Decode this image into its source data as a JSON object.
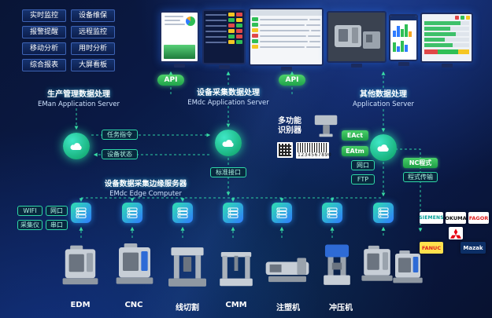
{
  "colors": {
    "accent": "#2fd8a8",
    "green": "#2fbf55",
    "blue": "#2e7bff",
    "background": "#0a1740"
  },
  "features": [
    "实时监控",
    "设备维保",
    "报警提醒",
    "远程监控",
    "移动分析",
    "用时分析",
    "综合报表",
    "大屏看板"
  ],
  "api": [
    "API",
    "API"
  ],
  "servers": {
    "eman": {
      "title": "生产管理数据处理",
      "subtitle": "EMan Application Server"
    },
    "emdc": {
      "title": "设备采集数据处理",
      "subtitle": "EMdc Application Server"
    },
    "other": {
      "title": "其他数据处理",
      "subtitle": "Application Server"
    }
  },
  "flows": {
    "task": "任务指令",
    "status": "设备状态",
    "standard_if": "标准接口",
    "scanner1": "多功能",
    "scanner2": "识别器",
    "barcode": "1234567890",
    "eact": "EAct",
    "eatm": "EAtm",
    "net_port": "网口",
    "ftp": "FTP",
    "nc_program": "NC程式",
    "program_transfer": "程式传输"
  },
  "edge": {
    "title": "设备数据采集边缘服务器",
    "subtitle": "EMdc Edge Computer"
  },
  "io": [
    "WIFI",
    "网口",
    "采集仪",
    "串口"
  ],
  "machines": [
    "EDM",
    "CNC",
    "线切割",
    "CMM",
    "注塑机",
    "冲压机"
  ],
  "brands": {
    "siemens": "SIEMENS",
    "okuma": "OKUMA",
    "fagor": "FAGOR",
    "fanuc": "FANUC",
    "mazak": "Mazak"
  }
}
